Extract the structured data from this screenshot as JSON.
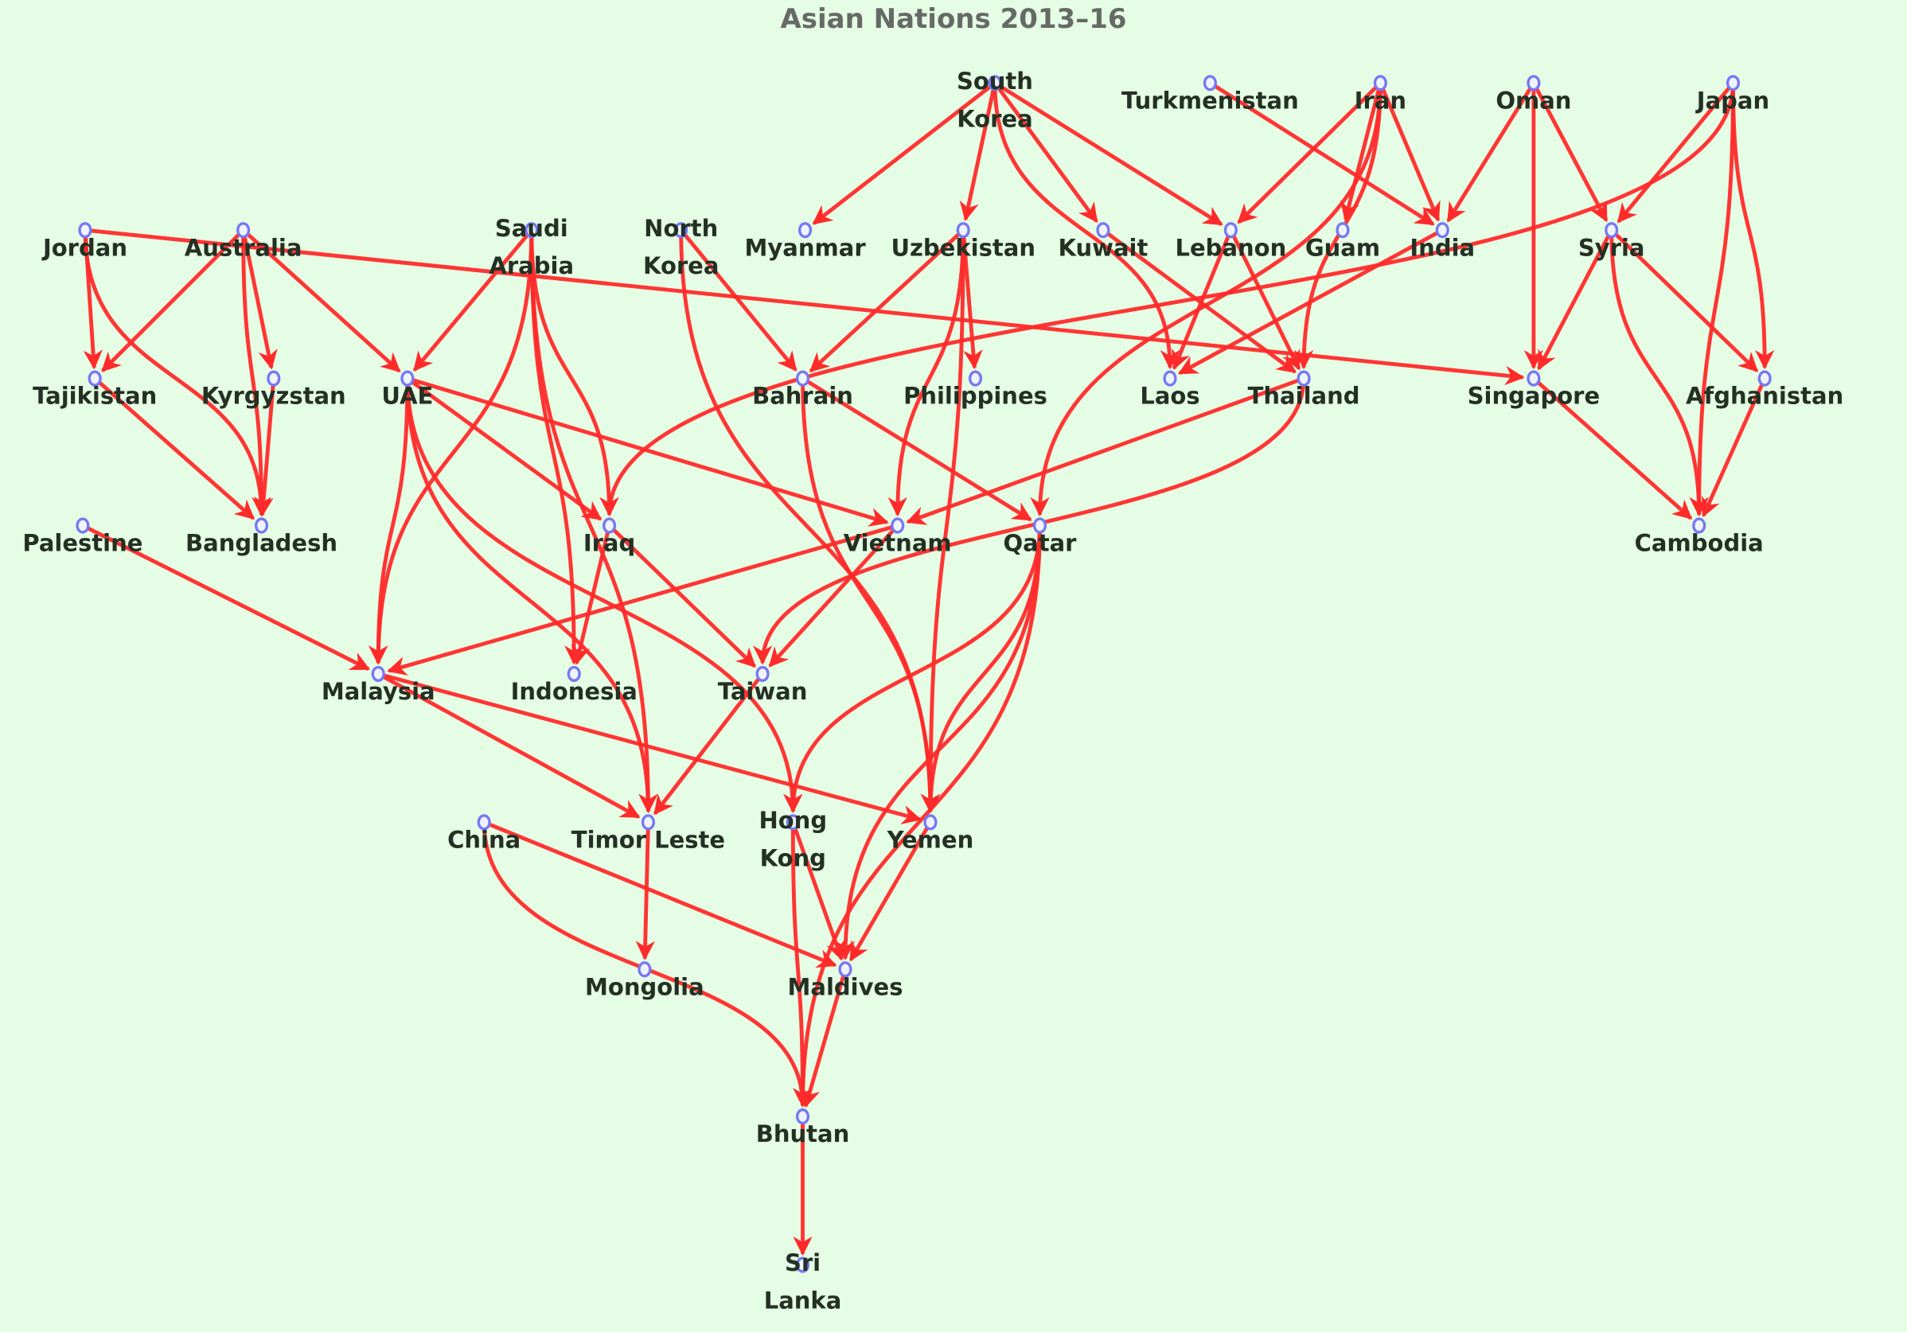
{
  "title": "Asian Nations 2013–16",
  "colors": {
    "background": "#e5fde4",
    "edge": "#ff2a2a",
    "node": "#7777f2",
    "label": "#243024",
    "title": "#666a66"
  },
  "nodes": [
    {
      "id": "South Korea",
      "lines": [
        "South",
        "Korea"
      ]
    },
    {
      "id": "Turkmenistan",
      "lines": [
        "Turkmenistan"
      ]
    },
    {
      "id": "Iran",
      "lines": [
        "Iran"
      ]
    },
    {
      "id": "Oman",
      "lines": [
        "Oman"
      ]
    },
    {
      "id": "Japan",
      "lines": [
        "Japan"
      ]
    },
    {
      "id": "Jordan",
      "lines": [
        "Jordan"
      ]
    },
    {
      "id": "Australia",
      "lines": [
        "Australia"
      ]
    },
    {
      "id": "Saudi Arabia",
      "lines": [
        "Saudi",
        "Arabia"
      ]
    },
    {
      "id": "North Korea",
      "lines": [
        "North",
        "Korea"
      ]
    },
    {
      "id": "Myanmar",
      "lines": [
        "Myanmar"
      ]
    },
    {
      "id": "Uzbekistan",
      "lines": [
        "Uzbekistan"
      ]
    },
    {
      "id": "Kuwait",
      "lines": [
        "Kuwait"
      ]
    },
    {
      "id": "Lebanon",
      "lines": [
        "Lebanon"
      ]
    },
    {
      "id": "Guam",
      "lines": [
        "Guam"
      ]
    },
    {
      "id": "India",
      "lines": [
        "India"
      ]
    },
    {
      "id": "Syria",
      "lines": [
        "Syria"
      ]
    },
    {
      "id": "Tajikistan",
      "lines": [
        "Tajikistan"
      ]
    },
    {
      "id": "Kyrgyzstan",
      "lines": [
        "Kyrgyzstan"
      ]
    },
    {
      "id": "UAE",
      "lines": [
        "UAE"
      ]
    },
    {
      "id": "Bahrain",
      "lines": [
        "Bahrain"
      ]
    },
    {
      "id": "Philippines",
      "lines": [
        "Philippines"
      ]
    },
    {
      "id": "Laos",
      "lines": [
        "Laos"
      ]
    },
    {
      "id": "Thailand",
      "lines": [
        "Thailand"
      ]
    },
    {
      "id": "Singapore",
      "lines": [
        "Singapore"
      ]
    },
    {
      "id": "Afghanistan",
      "lines": [
        "Afghanistan"
      ]
    },
    {
      "id": "Palestine",
      "lines": [
        "Palestine"
      ]
    },
    {
      "id": "Bangladesh",
      "lines": [
        "Bangladesh"
      ]
    },
    {
      "id": "Iraq",
      "lines": [
        "Iraq"
      ]
    },
    {
      "id": "Vietnam",
      "lines": [
        "Vietnam"
      ]
    },
    {
      "id": "Qatar",
      "lines": [
        "Qatar"
      ]
    },
    {
      "id": "Cambodia",
      "lines": [
        "Cambodia"
      ]
    },
    {
      "id": "Malaysia",
      "lines": [
        "Malaysia"
      ]
    },
    {
      "id": "Indonesia",
      "lines": [
        "Indonesia"
      ]
    },
    {
      "id": "Taiwan",
      "lines": [
        "Taiwan"
      ]
    },
    {
      "id": "China",
      "lines": [
        "China"
      ]
    },
    {
      "id": "Timor Leste",
      "lines": [
        "Timor Leste"
      ]
    },
    {
      "id": "Hong Kong",
      "lines": [
        "Hong",
        "Kong"
      ]
    },
    {
      "id": "Yemen",
      "lines": [
        "Yemen"
      ]
    },
    {
      "id": "Mongolia",
      "lines": [
        "Mongolia"
      ]
    },
    {
      "id": "Maldives",
      "lines": [
        "Maldives"
      ]
    },
    {
      "id": "Bhutan",
      "lines": [
        "Bhutan"
      ]
    },
    {
      "id": "Sri Lanka",
      "lines": [
        "Sri",
        "Lanka"
      ]
    }
  ],
  "edges": [
    [
      "South Korea",
      "Myanmar"
    ],
    [
      "South Korea",
      "Uzbekistan"
    ],
    [
      "South Korea",
      "Kuwait"
    ],
    [
      "South Korea",
      "Lebanon"
    ],
    [
      "South Korea",
      "Laos"
    ],
    [
      "Turkmenistan",
      "India"
    ],
    [
      "Iran",
      "Lebanon"
    ],
    [
      "Iran",
      "Guam"
    ],
    [
      "Iran",
      "India"
    ],
    [
      "Iran",
      "Thailand"
    ],
    [
      "Iran",
      "Qatar"
    ],
    [
      "Oman",
      "India"
    ],
    [
      "Oman",
      "Syria"
    ],
    [
      "Oman",
      "Singapore"
    ],
    [
      "Japan",
      "Syria"
    ],
    [
      "Japan",
      "Afghanistan"
    ],
    [
      "Japan",
      "Cambodia"
    ],
    [
      "Japan",
      "Iraq"
    ],
    [
      "Jordan",
      "Tajikistan"
    ],
    [
      "Jordan",
      "Bangladesh"
    ],
    [
      "Jordan",
      "Singapore"
    ],
    [
      "Australia",
      "Tajikistan"
    ],
    [
      "Australia",
      "Kyrgyzstan"
    ],
    [
      "Australia",
      "UAE"
    ],
    [
      "Australia",
      "Bangladesh"
    ],
    [
      "Tajikistan",
      "Bangladesh"
    ],
    [
      "Kyrgyzstan",
      "Bangladesh"
    ],
    [
      "Saudi Arabia",
      "UAE"
    ],
    [
      "Saudi Arabia",
      "Malaysia"
    ],
    [
      "Saudi Arabia",
      "Indonesia"
    ],
    [
      "Saudi Arabia",
      "Iraq"
    ],
    [
      "Saudi Arabia",
      "Timor Leste"
    ],
    [
      "North Korea",
      "Bahrain"
    ],
    [
      "North Korea",
      "Yemen"
    ],
    [
      "Uzbekistan",
      "Bahrain"
    ],
    [
      "Uzbekistan",
      "Philippines"
    ],
    [
      "Uzbekistan",
      "Vietnam"
    ],
    [
      "Uzbekistan",
      "Yemen"
    ],
    [
      "Kuwait",
      "Thailand"
    ],
    [
      "Lebanon",
      "Laos"
    ],
    [
      "Lebanon",
      "Thailand"
    ],
    [
      "India",
      "Laos"
    ],
    [
      "Syria",
      "Singapore"
    ],
    [
      "Syria",
      "Afghanistan"
    ],
    [
      "Syria",
      "Cambodia"
    ],
    [
      "Singapore",
      "Cambodia"
    ],
    [
      "Afghanistan",
      "Cambodia"
    ],
    [
      "UAE",
      "Iraq"
    ],
    [
      "UAE",
      "Vietnam"
    ],
    [
      "UAE",
      "Malaysia"
    ],
    [
      "UAE",
      "Timor Leste"
    ],
    [
      "UAE",
      "Hong Kong"
    ],
    [
      "Bahrain",
      "Yemen"
    ],
    [
      "Bahrain",
      "Qatar"
    ],
    [
      "Thailand",
      "Vietnam"
    ],
    [
      "Thailand",
      "Taiwan"
    ],
    [
      "Palestine",
      "Malaysia"
    ],
    [
      "Iraq",
      "Indonesia"
    ],
    [
      "Iraq",
      "Taiwan"
    ],
    [
      "Vietnam",
      "Malaysia"
    ],
    [
      "Vietnam",
      "Taiwan"
    ],
    [
      "Qatar",
      "Hong Kong"
    ],
    [
      "Qatar",
      "Yemen"
    ],
    [
      "Qatar",
      "Maldives"
    ],
    [
      "Qatar",
      "Bhutan"
    ],
    [
      "Malaysia",
      "Timor Leste"
    ],
    [
      "Malaysia",
      "Yemen"
    ],
    [
      "Taiwan",
      "Timor Leste"
    ],
    [
      "China",
      "Maldives"
    ],
    [
      "China",
      "Bhutan"
    ],
    [
      "Timor Leste",
      "Mongolia"
    ],
    [
      "Hong Kong",
      "Maldives"
    ],
    [
      "Hong Kong",
      "Bhutan"
    ],
    [
      "Yemen",
      "Maldives"
    ],
    [
      "Maldives",
      "Bhutan"
    ],
    [
      "Bhutan",
      "Sri Lanka"
    ]
  ]
}
